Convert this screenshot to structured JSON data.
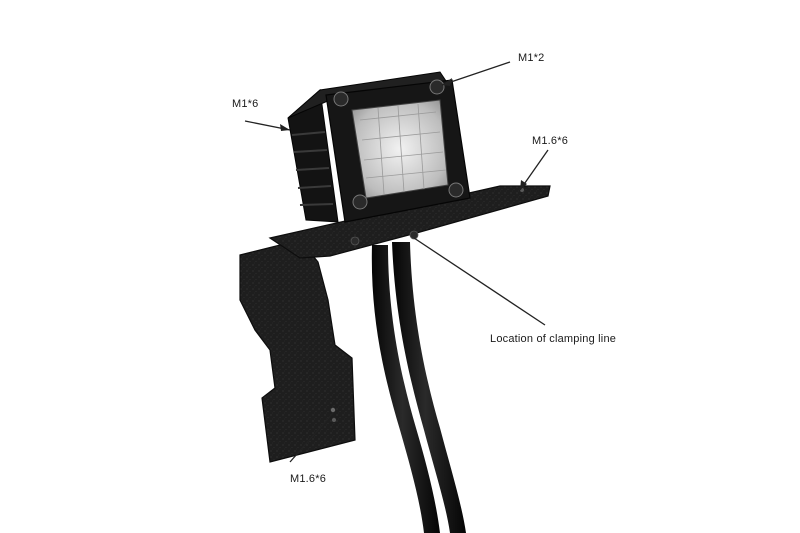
{
  "callouts": {
    "top_screw": "M1*2",
    "side_screw": "M1*6",
    "bracket_right_screw": "M1.6*6",
    "clamping_line": "Location of clamping line",
    "bracket_bottom_screw": "M1.6*6"
  },
  "colors": {
    "background": "#ffffff",
    "bracket": "#1c1c1c",
    "housing": "#151515",
    "lens": "#cfcfcf",
    "cable": "#101010",
    "leader_line": "#222222",
    "label_text": "#1a1a1a"
  }
}
